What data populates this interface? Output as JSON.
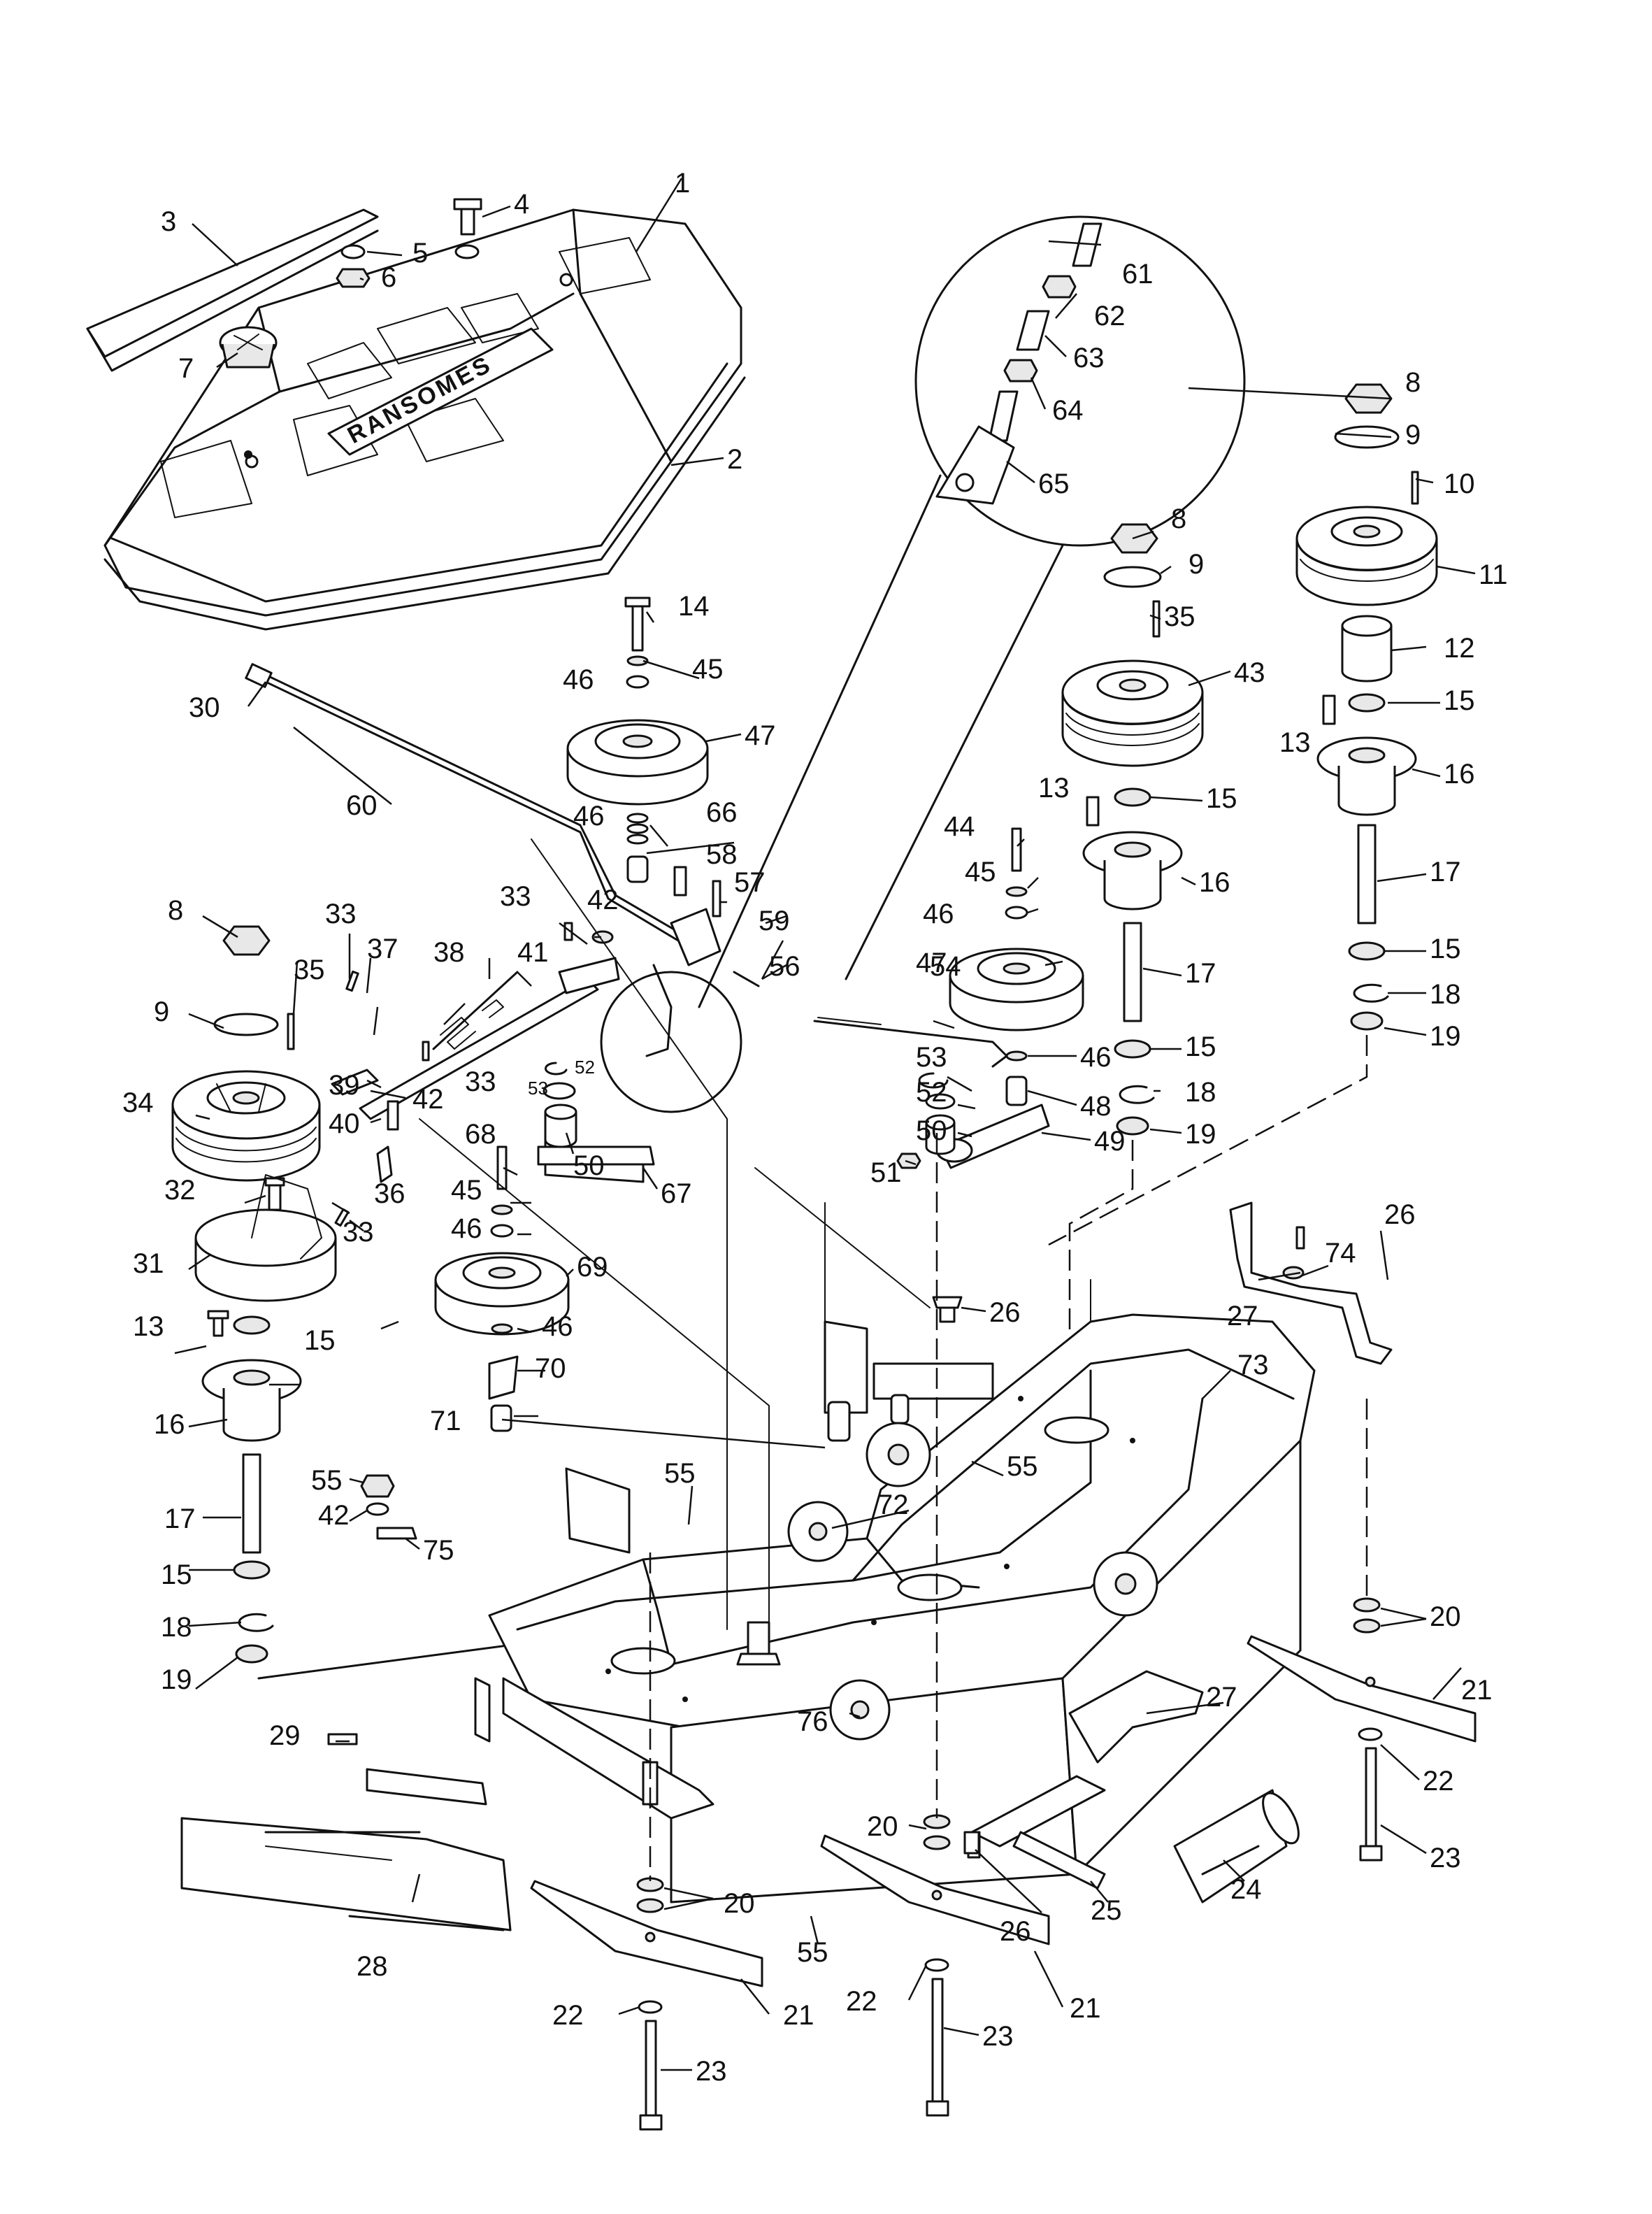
{
  "diagram": {
    "brand_text": "RANSOMES",
    "callouts": [
      {
        "id": "c1",
        "text": "1"
      },
      {
        "id": "c2",
        "text": "2"
      },
      {
        "id": "c3",
        "text": "3"
      },
      {
        "id": "c4",
        "text": "4"
      },
      {
        "id": "c5",
        "text": "5"
      },
      {
        "id": "c6",
        "text": "6"
      },
      {
        "id": "c7",
        "text": "7"
      },
      {
        "id": "c8a",
        "text": "8"
      },
      {
        "id": "c8b",
        "text": "8"
      },
      {
        "id": "c8c",
        "text": "8"
      },
      {
        "id": "c9a",
        "text": "9"
      },
      {
        "id": "c9b",
        "text": "9"
      },
      {
        "id": "c9c",
        "text": "9"
      },
      {
        "id": "c10",
        "text": "10"
      },
      {
        "id": "c11",
        "text": "11"
      },
      {
        "id": "c12",
        "text": "12"
      },
      {
        "id": "c13a",
        "text": "13"
      },
      {
        "id": "c13b",
        "text": "13"
      },
      {
        "id": "c13c",
        "text": "13"
      },
      {
        "id": "c14",
        "text": "14"
      },
      {
        "id": "c15a",
        "text": "15"
      },
      {
        "id": "c15b",
        "text": "15"
      },
      {
        "id": "c15c",
        "text": "15"
      },
      {
        "id": "c15d",
        "text": "15"
      },
      {
        "id": "c15e",
        "text": "15"
      },
      {
        "id": "c15f",
        "text": "15"
      },
      {
        "id": "c16a",
        "text": "16"
      },
      {
        "id": "c16b",
        "text": "16"
      },
      {
        "id": "c16c",
        "text": "16"
      },
      {
        "id": "c17a",
        "text": "17"
      },
      {
        "id": "c17b",
        "text": "17"
      },
      {
        "id": "c17c",
        "text": "17"
      },
      {
        "id": "c18a",
        "text": "18"
      },
      {
        "id": "c18b",
        "text": "18"
      },
      {
        "id": "c18c",
        "text": "18"
      },
      {
        "id": "c19a",
        "text": "19"
      },
      {
        "id": "c19b",
        "text": "19"
      },
      {
        "id": "c19c",
        "text": "19"
      },
      {
        "id": "c20a",
        "text": "20"
      },
      {
        "id": "c20b",
        "text": "20"
      },
      {
        "id": "c20c",
        "text": "20"
      },
      {
        "id": "c21a",
        "text": "21"
      },
      {
        "id": "c21b",
        "text": "21"
      },
      {
        "id": "c21c",
        "text": "21"
      },
      {
        "id": "c22a",
        "text": "22"
      },
      {
        "id": "c22b",
        "text": "22"
      },
      {
        "id": "c22c",
        "text": "22"
      },
      {
        "id": "c23a",
        "text": "23"
      },
      {
        "id": "c23b",
        "text": "23"
      },
      {
        "id": "c23c",
        "text": "23"
      },
      {
        "id": "c24",
        "text": "24"
      },
      {
        "id": "c25",
        "text": "25"
      },
      {
        "id": "c26a",
        "text": "26"
      },
      {
        "id": "c26b",
        "text": "26"
      },
      {
        "id": "c26c",
        "text": "26"
      },
      {
        "id": "c27a",
        "text": "27"
      },
      {
        "id": "c27b",
        "text": "27"
      },
      {
        "id": "c28",
        "text": "28"
      },
      {
        "id": "c29",
        "text": "29"
      },
      {
        "id": "c30",
        "text": "30"
      },
      {
        "id": "c31",
        "text": "31"
      },
      {
        "id": "c32",
        "text": "32"
      },
      {
        "id": "c33a",
        "text": "33"
      },
      {
        "id": "c33b",
        "text": "33"
      },
      {
        "id": "c33c",
        "text": "33"
      },
      {
        "id": "c33d",
        "text": "33"
      },
      {
        "id": "c34",
        "text": "34"
      },
      {
        "id": "c35a",
        "text": "35"
      },
      {
        "id": "c35b",
        "text": "35"
      },
      {
        "id": "c36",
        "text": "36"
      },
      {
        "id": "c37",
        "text": "37"
      },
      {
        "id": "c38",
        "text": "38"
      },
      {
        "id": "c39",
        "text": "39"
      },
      {
        "id": "c40",
        "text": "40"
      },
      {
        "id": "c41",
        "text": "41"
      },
      {
        "id": "c42a",
        "text": "42"
      },
      {
        "id": "c42b",
        "text": "42"
      },
      {
        "id": "c42c",
        "text": "42"
      },
      {
        "id": "c43",
        "text": "43"
      },
      {
        "id": "c44",
        "text": "44"
      },
      {
        "id": "c45a",
        "text": "45"
      },
      {
        "id": "c45b",
        "text": "45"
      },
      {
        "id": "c45c",
        "text": "45"
      },
      {
        "id": "c46a",
        "text": "46"
      },
      {
        "id": "c46b",
        "text": "46"
      },
      {
        "id": "c46c",
        "text": "46"
      },
      {
        "id": "c46d",
        "text": "46"
      },
      {
        "id": "c46e",
        "text": "46"
      },
      {
        "id": "c46f",
        "text": "46"
      },
      {
        "id": "c47a",
        "text": "47"
      },
      {
        "id": "c47b",
        "text": "47"
      },
      {
        "id": "c48",
        "text": "48"
      },
      {
        "id": "c49",
        "text": "49"
      },
      {
        "id": "c50a",
        "text": "50"
      },
      {
        "id": "c50b",
        "text": "50"
      },
      {
        "id": "c51",
        "text": "51"
      },
      {
        "id": "c52a",
        "text": "52"
      },
      {
        "id": "c52b",
        "text": "52"
      },
      {
        "id": "c53a",
        "text": "53"
      },
      {
        "id": "c53b",
        "text": "53"
      },
      {
        "id": "c54",
        "text": "54"
      },
      {
        "id": "c55a",
        "text": "55"
      },
      {
        "id": "c55b",
        "text": "55"
      },
      {
        "id": "c55c",
        "text": "55"
      },
      {
        "id": "c55d",
        "text": "55"
      },
      {
        "id": "c56",
        "text": "56"
      },
      {
        "id": "c57",
        "text": "57"
      },
      {
        "id": "c58",
        "text": "58"
      },
      {
        "id": "c59",
        "text": "59"
      },
      {
        "id": "c60",
        "text": "60"
      },
      {
        "id": "c61",
        "text": "61"
      },
      {
        "id": "c62",
        "text": "62"
      },
      {
        "id": "c63",
        "text": "63"
      },
      {
        "id": "c64",
        "text": "64"
      },
      {
        "id": "c65",
        "text": "65"
      },
      {
        "id": "c66",
        "text": "66"
      },
      {
        "id": "c67",
        "text": "67"
      },
      {
        "id": "c68",
        "text": "68"
      },
      {
        "id": "c69",
        "text": "69"
      },
      {
        "id": "c70",
        "text": "70"
      },
      {
        "id": "c71",
        "text": "71"
      },
      {
        "id": "c72",
        "text": "72"
      },
      {
        "id": "c73",
        "text": "73"
      },
      {
        "id": "c74",
        "text": "74"
      },
      {
        "id": "c75",
        "text": "75"
      },
      {
        "id": "c76",
        "text": "76"
      }
    ]
  }
}
